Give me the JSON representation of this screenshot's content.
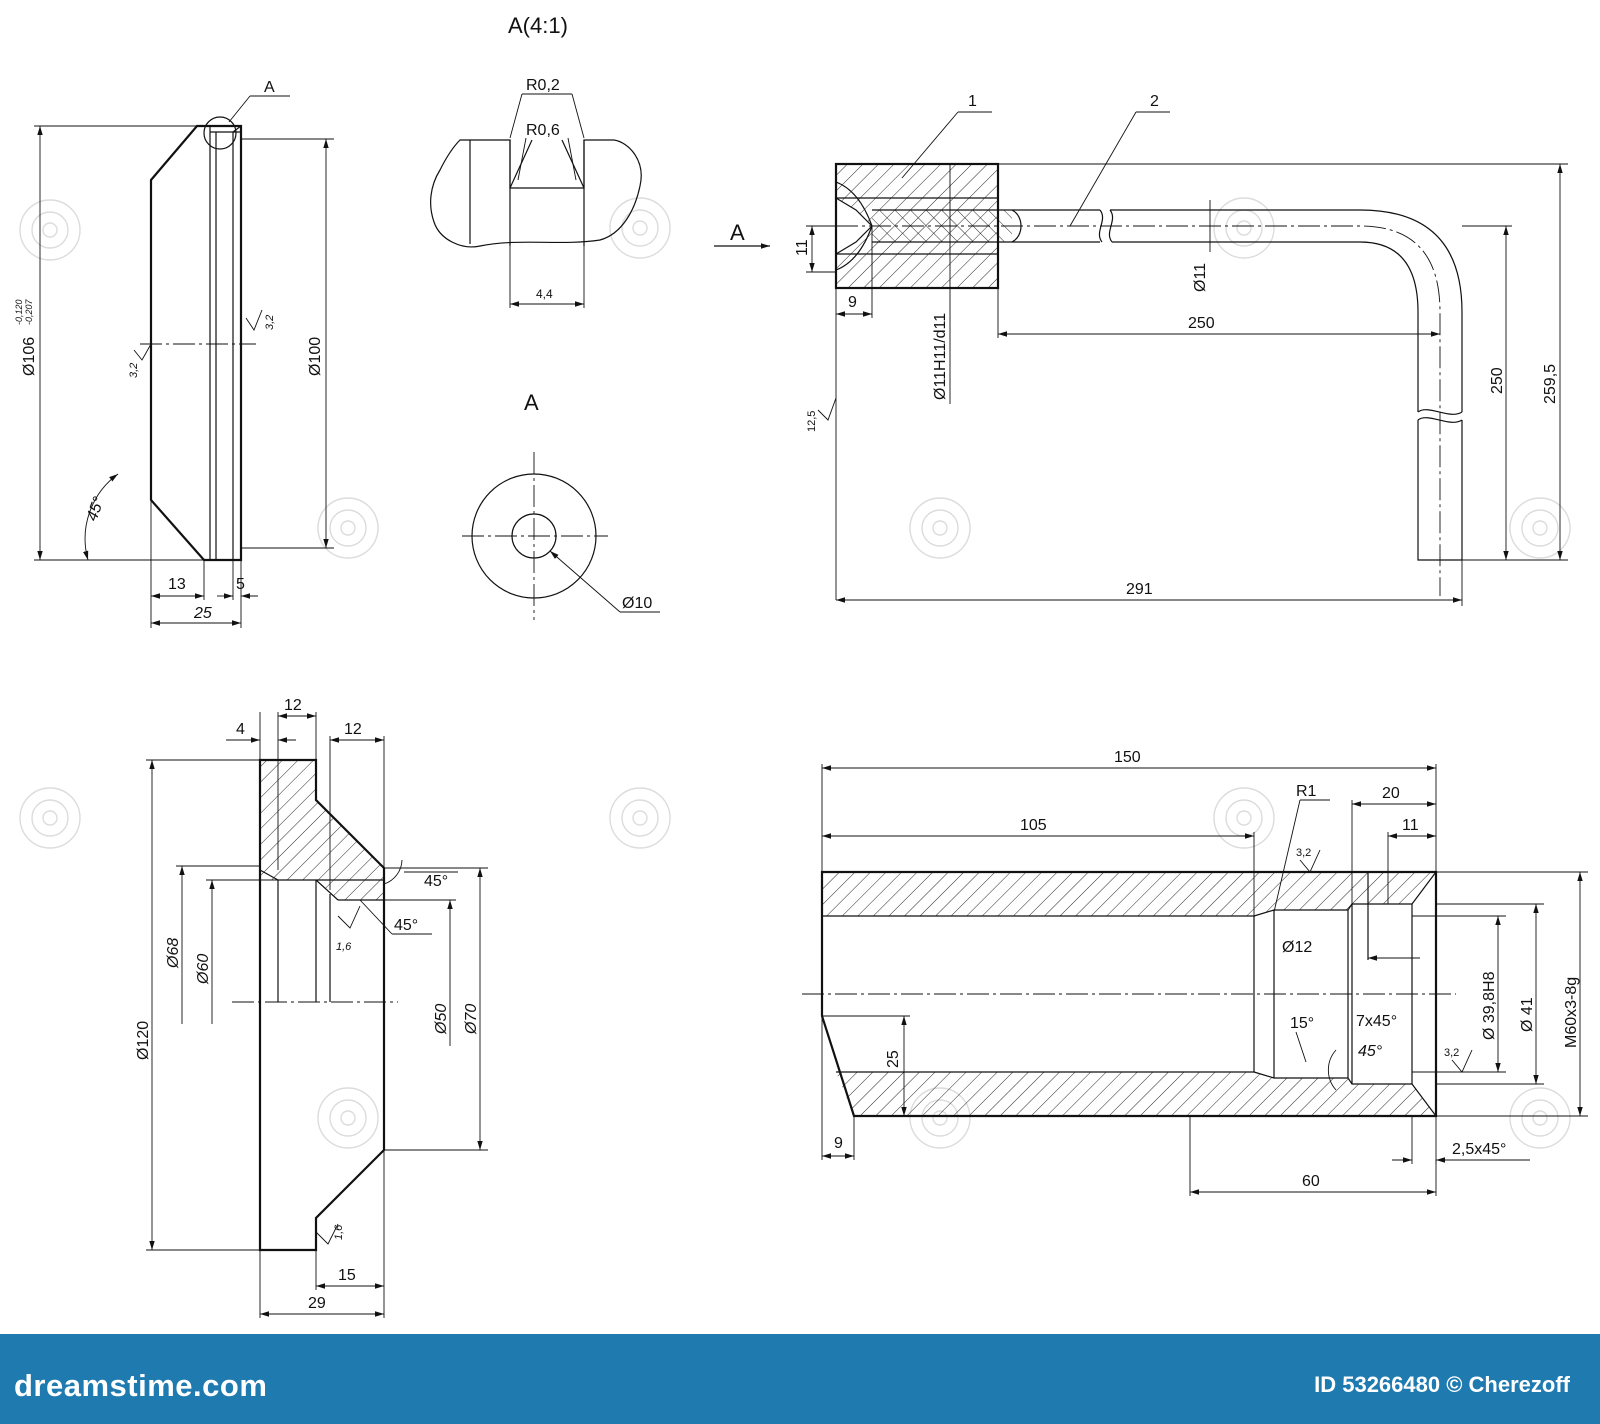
{
  "detail_a": {
    "title": "A(4:1)",
    "r_outer": "R0,2",
    "r_inner": "R0,6",
    "width": "4,4"
  },
  "disc": {
    "callout": "A",
    "diameter": "Ø106",
    "tol_upper": "-0,120",
    "tol_lower": "-0,207",
    "inner_diameter": "Ø100",
    "angle": "45°",
    "rough_a": "3,2",
    "rough_b": "3,2",
    "dim_13": "13",
    "dim_5": "5",
    "dim_25": "25"
  },
  "view_a": {
    "title": "A",
    "hole": "Ø10"
  },
  "rod": {
    "item_1": "1",
    "item_2": "2",
    "section": "A",
    "dim_11": "11",
    "dim_9": "9",
    "fit": "Ø11H11/d11",
    "rod_diameter": "Ø11",
    "dim_250_h": "250",
    "dim_250_v": "250",
    "dim_259_5": "259,5",
    "dim_291": "291",
    "rough": "12,5"
  },
  "flange": {
    "dim_4": "4",
    "dim_12_a": "12",
    "dim_12_b": "12",
    "angle_a": "45°",
    "angle_b": "45°",
    "rough_a": "1,6",
    "rough_b": "1,6",
    "d68": "Ø68",
    "d60": "Ø60",
    "d120": "Ø120",
    "d50": "Ø50",
    "d70": "Ø70",
    "dim_15": "15",
    "dim_29": "29"
  },
  "sleeve": {
    "dim_150": "150",
    "dim_105": "105",
    "radius": "R1",
    "dim_20": "20",
    "dim_11": "11",
    "rough_a": "3,2",
    "rough_b": "3,2",
    "d12": "Ø12",
    "chamfer_7": "7x45°",
    "angle_15": "15°",
    "angle_45": "45°",
    "d39": "Ø 39,8H8",
    "d41": "Ø 41",
    "thread": "M60x3-8g",
    "dim_25": "25",
    "dim_9": "9",
    "chamfer_2_5": "2,5x45°",
    "dim_60": "60"
  },
  "footer": {
    "brand": "dreamstime.com",
    "credit": "ID 53266480 © Cherezoff"
  }
}
